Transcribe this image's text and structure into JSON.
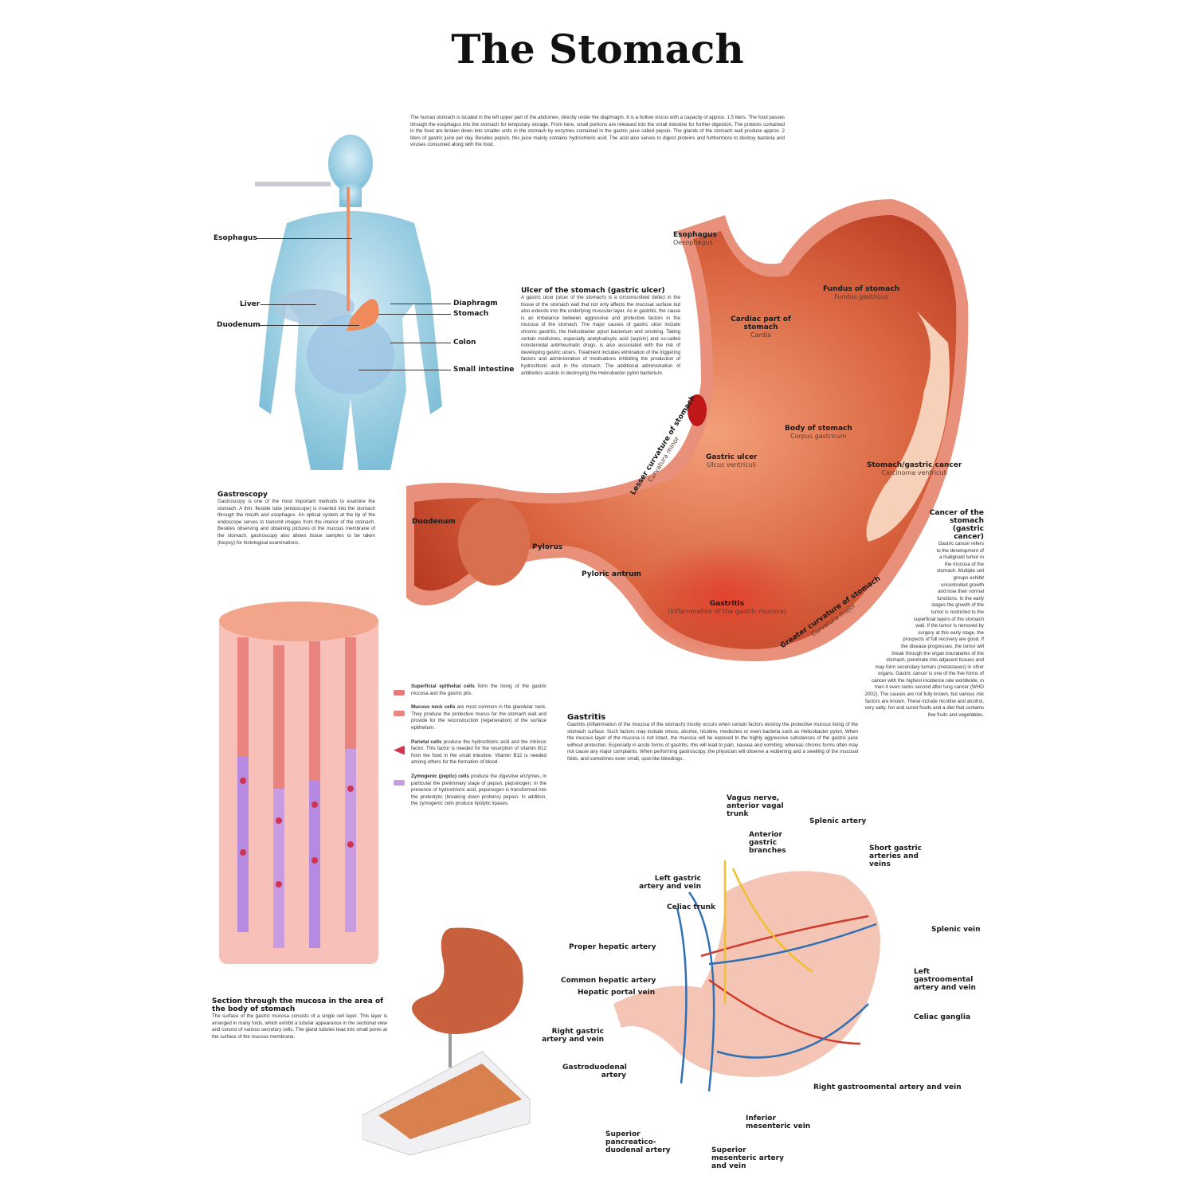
{
  "title": "The Stomach",
  "intro": "The human stomach is located in the left upper part of the abdomen, directly under the diaphragm. It is a hollow viscus with a capacity of approx. 1.5 liters. The food passes through the esophagus into the stomach for temporary storage. From here, small portions are released into the small intestine for further digestion. The proteins contained in the food are broken down into smaller units in the stomach by enzymes contained in the gastric juice called pepsin. The glands of the stomach wall produce approx. 2 liters of gastric juice per day. Besides pepsin, this juice mainly contains hydrochloric acid. The acid also serves to digest proteins and furthermore to destroy bacteria and viruses consumed along with the food.",
  "body_figure": {
    "labels": {
      "esophagus": "Esophagus",
      "liver": "Liver",
      "duodenum": "Duodenum",
      "diaphragm": "Diaphragm",
      "stomach": "Stomach",
      "colon": "Colon",
      "small_intestine": "Small intestine"
    }
  },
  "ulcer": {
    "heading": "Ulcer of the stomach (gastric ulcer)",
    "text": "A gastric ulcer (ulcer of the stomach) is a circumscribed defect in the tissue of the stomach wall that not only affects the mucosal surface but also extends into the underlying muscular layer. As in gastritis, the cause is an imbalance between aggressive and protective factors in the mucosa of the stomach. The major causes of gastric ulcer include chronic gastritis, the Helicobacter pylori bacterium and smoking. Taking certain medicines, especially acetylsalicylic acid (aspirin) and so-called nonsteroidal antirheumatic drugs, is also associated with the risk of developing gastric ulcers. Treatment includes elimination of the triggering factors and administration of medications inhibiting the production of hydrochloric acid in the stomach. The additional administration of antibiotics assists in destroying the Helicobacter pylori bacterium."
  },
  "gastroscopy": {
    "heading": "Gastroscopy",
    "text": "Gastroscopy is one of the most important methods to examine the stomach. A thin, flexible tube (endoscope) is inserted into the stomach through the mouth and esophagus. An optical system at the tip of the endoscope serves to transmit images from the interior of the stomach. Besides observing and obtaining pictures of the mucous membrane of the stomach, gastroscopy also allows tissue samples to be taken (biopsy) for histological examinations."
  },
  "main_stomach": {
    "esophagus": "Esophagus",
    "esophagus_lat": "Oesophagus",
    "fundus": "Fundus of stomach",
    "fundus_lat": "Fundus gastricus",
    "cardiac": "Cardiac part of stomach",
    "cardiac_lat": "Cardia",
    "body": "Body of stomach",
    "body_lat": "Corpus gastricum",
    "ulcer": "Gastric ulcer",
    "ulcer_lat": "Ulcus ventriculi",
    "cancer": "Stomach/gastric cancer",
    "cancer_lat": "Carcinoma ventriculi",
    "lesser": "Lesser curvature of stomach",
    "lesser_lat": "Curvatura minor",
    "greater": "Greater curvature of stomach",
    "greater_lat": "Curvatura major",
    "duodenum": "Duodenum",
    "pylorus": "Pylorus",
    "antrum": "Pyloric antrum",
    "gastritis": "Gastritis",
    "gastritis_lat": "(Inflammation of the gastric mucosa)"
  },
  "cancer": {
    "heading": "Cancer of the stomach (gastric cancer)",
    "text": "Gastric cancer refers to the development of a malignant tumor in the mucosa of the stomach. Multiple cell groups exhibit uncontrolled growth and lose their normal functions. In the early stages the growth of the tumor is restricted to the superficial layers of the stomach wall. If the tumor is removed by surgery at this early stage, the prospects of full recovery are good. If the disease progresses, the tumor will break through the organ boundaries of the stomach, penetrate into adjacent tissues and may form secondary tumors (metastases) in other organs. Gastric cancer is one of the five forms of cancer with the highest incidence rate worldwide, in men it even ranks second after lung cancer (WHO 2002). The causes are not fully known, but various risk factors are known. These include nicotine and alcohol, very salty, hot and cured foods and a diet that contains few fruits and vegetables."
  },
  "gastritis": {
    "heading": "Gastritis",
    "text": "Gastritis (inflammation of the mucosa of the stomach) mostly occurs when certain factors destroy the protective mucous lining of the stomach surface. Such factors may include stress, alcohol, nicotine, medicines or even bacteria such as Helicobacter pylori. When the mucous layer of the mucosa is not intact, the mucosa will be exposed to the highly aggressive substances of the gastric juice without protection. Especially in acute forms of gastritis, this will lead to pain, nausea and vomiting, whereas chronic forms often may not cause any major complaints. When performing gastroscopy, the physician will observe a reddening and a swelling of the mucosal folds, and sometimes even small, spot-like bleedings."
  },
  "cells": [
    {
      "name": "Superficial epithelial cells",
      "text": "form the lining of the gastric mucosa and the gastric pits.",
      "color": "#e87a78"
    },
    {
      "name": "Mucous neck cells",
      "text": "are most common in the glandular neck. They produce the protective mucus for the stomach wall and provide for the reconstruction (regeneration) of the surface epithelium.",
      "color": "#e9847e"
    },
    {
      "name": "Parietal cells",
      "text": "produce the hydrochloric acid and the intrinsic factor. This factor is needed for the resorption of vitamin B12 from the food in the small intestine. Vitamin B12 is needed among others for the formation of blood.",
      "color": "#d0344e"
    },
    {
      "name": "Zymogenic (peptic) cells",
      "text": "produce the digestive enzymes, in particular the preliminary stage of pepsin, pepsinogen. In the presence of hydrochloric acid, pepsinogen is transformed into the proteolytic (breaking down proteins) pepsin. In addition, the zymogenic cells produce lipolytic lipases.",
      "color": "#c99be0"
    }
  ],
  "section": {
    "heading": "Section through the mucosa in the area of the body of stomach",
    "text": "The surface of the gastric mucosa consists of a single cell layer. This layer is arranged in many folds, which exhibit a tubular appearance in the sectional view and consist of various secretory cells. The gland tubules lead into small pores at the surface of the mucous membrane."
  },
  "vessels": {
    "vagus": "Vagus nerve, anterior vagal trunk",
    "splenic_artery": "Splenic artery",
    "anterior_gastric": "Anterior gastric branches",
    "short_gastric": "Short gastric arteries and veins",
    "left_gastric": "Left gastric artery and vein",
    "celiac_trunk": "Celiac trunk",
    "splenic_vein": "Splenic vein",
    "proper_hepatic": "Proper hepatic artery",
    "left_gastroomental": "Left gastroomental artery and vein",
    "common_hepatic": "Common hepatic artery",
    "hepatic_portal": "Hepatic portal vein",
    "celiac_ganglia": "Celiac ganglia",
    "right_gastric": "Right gastric artery and vein",
    "gastroduodenal": "Gastroduodenal artery",
    "right_gastroomental": "Right gastroomental artery and vein",
    "inferior_mesenteric": "Inferior mesenteric vein",
    "sup_pancreatico": "Superior pancreatico-duodenal artery",
    "superior_mesenteric": "Superior mesenteric artery and vein"
  }
}
